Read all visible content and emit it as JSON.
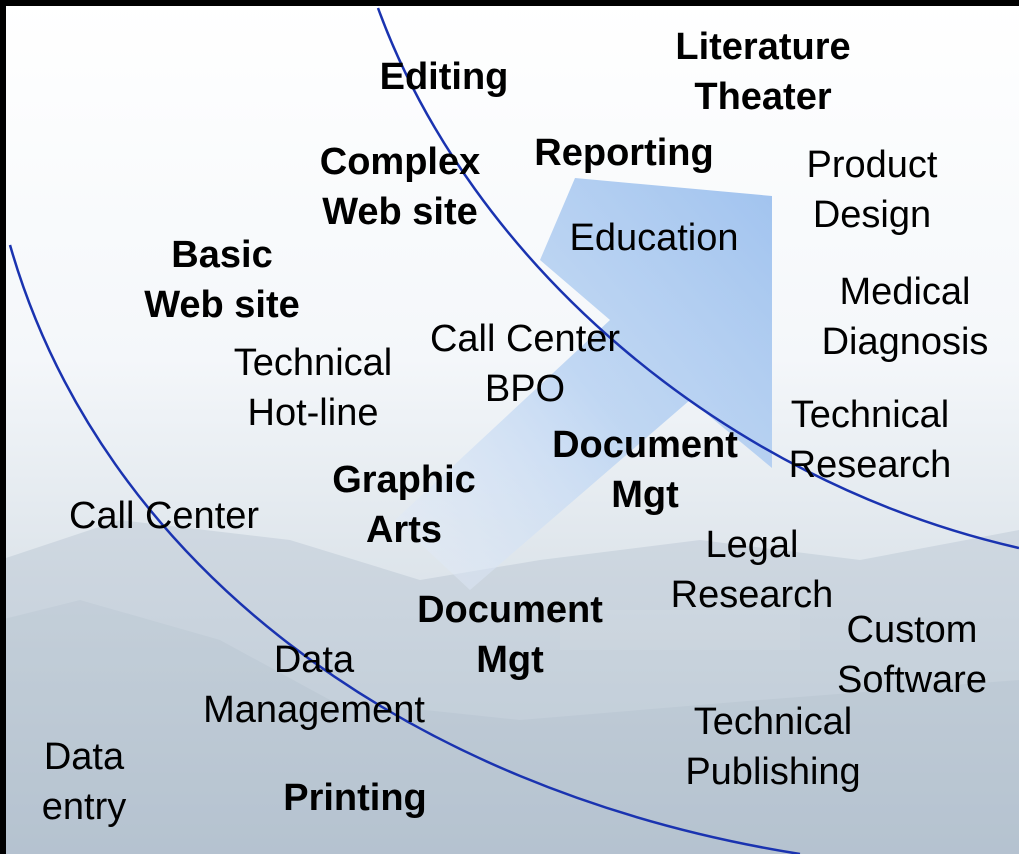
{
  "labels": {
    "literature": "Literature",
    "theater": "Theater",
    "editing": "Editing",
    "complex_1": "Complex",
    "complex_2": "Web site",
    "reporting": "Reporting",
    "product_1": "Product",
    "product_2": "Design",
    "education": "Education",
    "basic_1": "Basic",
    "basic_2": "Web site",
    "medical_1": "Medical",
    "medical_2": "Diagnosis",
    "callcenter_bpo_1": "Call Center",
    "callcenter_bpo_2": "BPO",
    "technical_hotline_1": "Technical",
    "technical_hotline_2": "Hot-line",
    "technical_research_1": "Technical",
    "technical_research_2": "Research",
    "document_mgt_upper_1": "Document",
    "document_mgt_upper_2": "Mgt",
    "graphic_arts_1": "Graphic",
    "graphic_arts_2": "Arts",
    "call_center": "Call Center",
    "legal_research_1": "Legal",
    "legal_research_2": "Research",
    "document_mgt_lower_1": "Document",
    "document_mgt_lower_2": "Mgt",
    "custom_software_1": "Custom",
    "custom_software_2": "Software",
    "data_management_1": "Data",
    "data_management_2": "Management",
    "technical_publishing_1": "Technical",
    "technical_publishing_2": "Publishing",
    "data_entry_1": "Data",
    "data_entry_2": "entry",
    "printing": "Printing"
  },
  "colors": {
    "arc": "#1a33b0",
    "arrow": "#9fc3f0",
    "background_top": "#ffffff",
    "background_bottom": "#c9d5df"
  }
}
